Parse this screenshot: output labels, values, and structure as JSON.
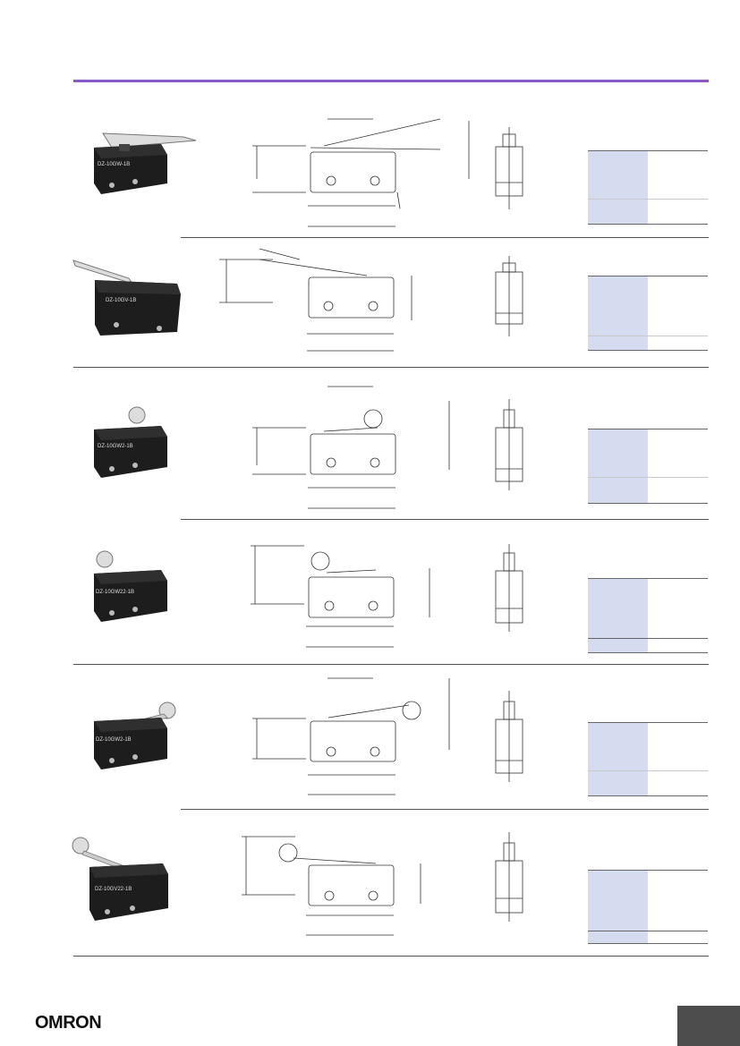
{
  "brand": {
    "logo_text": "OMRON"
  },
  "rows": [
    {
      "photo_label": "DZ-10GW-1B"
    },
    {
      "photo_label": "DZ-10GV-1B"
    },
    {
      "photo_label": "DZ-10GW2-1B"
    },
    {
      "photo_label": "DZ-10GW22-1B"
    },
    {
      "photo_label": "DZ-10GW2-1B"
    },
    {
      "photo_label": "DZ-10GV22-1B"
    }
  ],
  "icons": {
    "switch_photo": "micro-switch-photo-icon",
    "dimension_drawing": "dimension-drawing-icon",
    "end_view": "end-view-drawing-icon"
  },
  "colors": {
    "accent_rule": "#8b58c7",
    "table_label_fill": "#d6dcef",
    "page_tab": "#4d4d4d"
  }
}
